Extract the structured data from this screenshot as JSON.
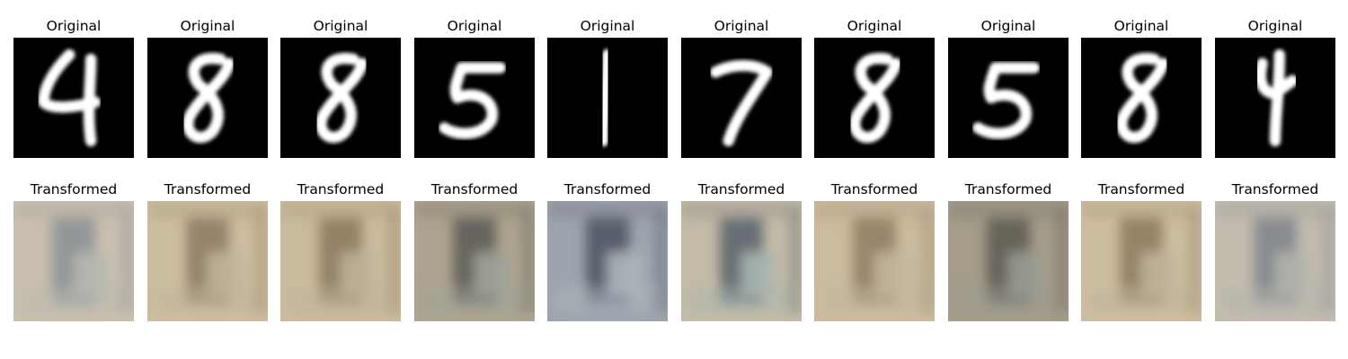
{
  "figure": {
    "background": "#ffffff",
    "rows": [
      {
        "title_label": "Original",
        "panels": [
          {
            "digit": "4",
            "image_kind": "mnist-digit"
          },
          {
            "digit": "8",
            "image_kind": "mnist-digit"
          },
          {
            "digit": "8",
            "image_kind": "mnist-digit"
          },
          {
            "digit": "5",
            "image_kind": "mnist-digit"
          },
          {
            "digit": "1",
            "image_kind": "mnist-digit"
          },
          {
            "digit": "7",
            "image_kind": "mnist-digit"
          },
          {
            "digit": "8",
            "image_kind": "mnist-digit"
          },
          {
            "digit": "5",
            "image_kind": "mnist-digit"
          },
          {
            "digit": "8",
            "image_kind": "mnist-digit"
          },
          {
            "digit": "4",
            "image_kind": "mnist-digit"
          }
        ]
      },
      {
        "title_label": "Transformed",
        "panels": [
          {
            "image_kind": "blurry-facade",
            "palette": [
              "#c9bfae",
              "#8a8f95",
              "#b7b9b0"
            ]
          },
          {
            "image_kind": "blurry-facade",
            "palette": [
              "#cdbd9f",
              "#8c7a60",
              "#c0b49a"
            ]
          },
          {
            "image_kind": "blurry-facade",
            "palette": [
              "#cbbb9e",
              "#8a785c",
              "#bfb399"
            ]
          },
          {
            "image_kind": "blurry-facade",
            "palette": [
              "#aea48f",
              "#5a5a55",
              "#9ea39a"
            ]
          },
          {
            "image_kind": "blurry-facade",
            "palette": [
              "#9ea4ad",
              "#4d5260",
              "#b0b6bd"
            ]
          },
          {
            "image_kind": "blurry-facade",
            "palette": [
              "#c4bba8",
              "#55606a",
              "#a9b6b0"
            ]
          },
          {
            "image_kind": "blurry-facade",
            "palette": [
              "#cbbb9f",
              "#8f7d62",
              "#c3b69c"
            ]
          },
          {
            "image_kind": "blurry-facade",
            "palette": [
              "#a59c8a",
              "#5c5a52",
              "#9a9c92"
            ]
          },
          {
            "image_kind": "blurry-facade",
            "palette": [
              "#cdbda0",
              "#8d7a5e",
              "#c1b49a"
            ]
          },
          {
            "image_kind": "blurry-facade",
            "palette": [
              "#c3bcae",
              "#7f848a",
              "#b3b4ad"
            ]
          }
        ]
      }
    ]
  }
}
